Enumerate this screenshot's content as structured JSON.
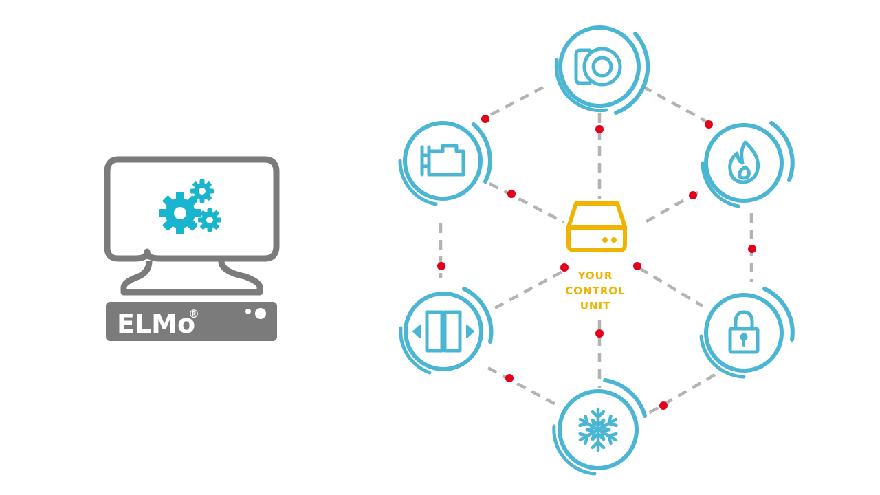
{
  "brand": {
    "name": "ELMo",
    "mark": "®"
  },
  "center": {
    "label_lines": [
      "YOUR",
      "CONTROL",
      "UNIT"
    ],
    "icon": "server-icon",
    "color": "#f0b400"
  },
  "nodes": [
    {
      "id": "node-camera",
      "icon": "camera-icon"
    },
    {
      "id": "node-engine",
      "icon": "engine-icon"
    },
    {
      "id": "node-fire",
      "icon": "flame-icon"
    },
    {
      "id": "node-door",
      "icon": "sliding-door-icon"
    },
    {
      "id": "node-lock",
      "icon": "padlock-icon"
    },
    {
      "id": "node-cooling",
      "icon": "snowflake-icon"
    }
  ],
  "colors": {
    "node_ring": "#4bb6d3",
    "connector_dot": "#e3001b",
    "connector_line": "#b3b3b3",
    "computer": "#7b7b7b",
    "gears": "#19b5cf"
  }
}
